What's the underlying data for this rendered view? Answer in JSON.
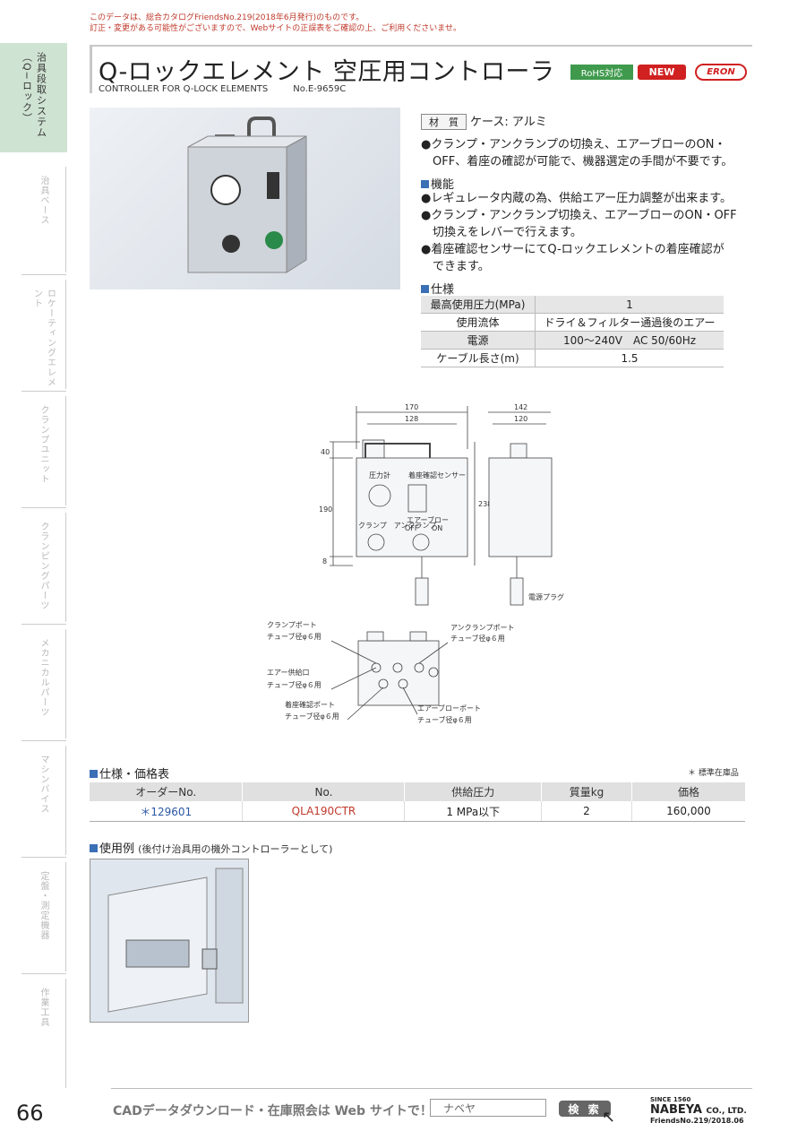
{
  "notice": {
    "line1": "このデータは、総合カタログFriendsNo.219(2018年6月発行)のものです。",
    "line2": "訂正・変更がある可能性がございますので、Webサイトの正誤表をご確認の上、ご利用くださいませ。"
  },
  "sidebar": {
    "items": [
      {
        "label": "治具段取システム（Q−ロック）",
        "active": true
      },
      {
        "label": "治具ベース",
        "active": false
      },
      {
        "label": "ロケーティングエレメント",
        "active": false
      },
      {
        "label": "クランプユニット",
        "active": false
      },
      {
        "label": "クランピングパーツ",
        "active": false
      },
      {
        "label": "メカニカルパーツ",
        "active": false
      },
      {
        "label": "マシンバイス",
        "active": false
      },
      {
        "label": "定盤・測定機器",
        "active": false
      },
      {
        "label": "作業工具",
        "active": false
      }
    ]
  },
  "header": {
    "title": "Q-ロックエレメント 空圧用コントローラ",
    "subtitle_en": "CONTROLLER FOR Q-LOCK ELEMENTS",
    "catalog_no": "No.E-9659C",
    "badge_rohs": "RoHS対応",
    "badge_new": "NEW",
    "badge_brand": "ERON"
  },
  "material": {
    "label": "材　質",
    "value": "ケース: アルミ"
  },
  "intro": [
    "●クランプ・アンクランプの切換え、エアーブローのON・",
    "　OFF、着座の確認が可能で、機器選定の手間が不要です。"
  ],
  "features": {
    "heading": "機能",
    "lines": [
      "●レギュレータ内蔵の為、供給エアー圧力調整が出来ます。",
      "●クランプ・アンクランプ切換え、エアーブローのON・OFF",
      "　切換えをレバーで行えます。",
      "●着座確認センサーにてQ-ロックエレメントの着座確認が",
      "　できます。"
    ]
  },
  "spec": {
    "heading": "仕様",
    "rows": [
      {
        "key": "最高使用圧力(MPa)",
        "value": "1"
      },
      {
        "key": "使用流体",
        "value": "ドライ＆フィルター通過後のエアー"
      },
      {
        "key": "電源",
        "value": "100〜240V　AC 50/60Hz"
      },
      {
        "key": "ケーブル長さ(m)",
        "value": "1.5"
      }
    ]
  },
  "drawing": {
    "dim_170": "170",
    "dim_128": "128",
    "dim_142": "142",
    "dim_120": "120",
    "dim_40": "40",
    "dim_190": "190",
    "dim_8": "8",
    "dim_238": "238",
    "panel_pressure": "圧力計",
    "panel_sensor": "着座確認センサー",
    "panel_clamp": "クランプ　アンクランプ",
    "panel_blow": "エアーブロー",
    "panel_off": "OFF",
    "panel_on": "ON",
    "power_plug": "電源プラグ",
    "clamp_port": "クランプポート",
    "clamp_tube": "チューブ径φ６用",
    "unclamp_port": "アンクランプポート",
    "unclamp_tube": "チューブ径φ６用",
    "air_inlet": "エアー供給口",
    "air_tube": "チューブ径φ６用",
    "seat_port": "着座確認ポート",
    "seat_tube": "チューブ径φ６用",
    "blow_port": "エアーブローポート",
    "blow_tube": "チューブ径φ６用"
  },
  "price": {
    "heading": "仕様・価格表",
    "stock_note": "＊ 標準在庫品",
    "columns": [
      "オーダーNo.",
      "No.",
      "供給圧力",
      "質量kg",
      "価格"
    ],
    "rows": [
      {
        "order": "＊129601",
        "no": "QLA190CTR",
        "pressure": "1 MPa以下",
        "mass": "2",
        "price": "160,000"
      }
    ]
  },
  "usage": {
    "heading": "使用例",
    "note": "(後付け治具用の機外コントローラーとして)"
  },
  "footer": {
    "page": "66",
    "cad": "CADデータダウンロード・在庫照会は Web サイトで！",
    "search_value": "ナベヤ",
    "search_button": "検 索",
    "since": "SINCE 1560",
    "brand": "NABEYA",
    "brand_suffix": "CO., LTD.",
    "issue": "FriendsNo.219/2018.06"
  },
  "colors": {
    "accent_blue": "#3b6fb6",
    "red": "#c0392b",
    "green": "#3f9a4d",
    "sidebar_active": "#cfe3d2"
  }
}
